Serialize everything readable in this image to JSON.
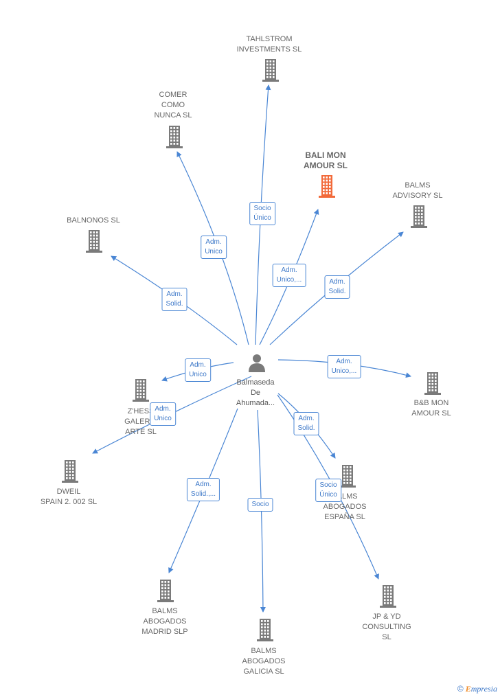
{
  "person": {
    "label": "Balmaseda\nDe\nAhumada..."
  },
  "colors": {
    "edge": "#4a86d4",
    "building": "#7a7a7a",
    "highlight": "#f26a3a"
  },
  "companies": [
    {
      "id": "tahlstrom",
      "label": "TAHLSTROM\nINVESTMENTS SL",
      "highlight": false
    },
    {
      "id": "comer",
      "label": "COMER\nCOMO\nNUNCA SL",
      "highlight": false
    },
    {
      "id": "balimon",
      "label": "BALI MON\nAMOUR  SL",
      "highlight": true
    },
    {
      "id": "balmsadvisory",
      "label": "BALMS\nADVISORY  SL",
      "highlight": false
    },
    {
      "id": "balnonos",
      "label": "BALNONOS SL",
      "highlight": false
    },
    {
      "id": "bbmon",
      "label": "B&B MON\nAMOUR  SL",
      "highlight": false
    },
    {
      "id": "zhess",
      "label": "Z'HESS\nGALERIA\nARTE SL",
      "highlight": false
    },
    {
      "id": "dweil",
      "label": "DWEIL\nSPAIN 2. 002 SL",
      "highlight": false
    },
    {
      "id": "balmsespana",
      "label": "BALMS\nABOGADOS\nESPAÑA  SL",
      "highlight": false
    },
    {
      "id": "balmsmadrid",
      "label": "BALMS\nABOGADOS\nMADRID SLP",
      "highlight": false
    },
    {
      "id": "balmsgalicia",
      "label": "BALMS\nABOGADOS\nGALICIA  SL",
      "highlight": false
    },
    {
      "id": "jpyd",
      "label": "JP & YD\nCONSULTING\nSL",
      "highlight": false
    }
  ],
  "edges": [
    {
      "to": "tahlstrom",
      "label": "Socio\nÚnico"
    },
    {
      "to": "comer",
      "label": "Adm.\nUnico"
    },
    {
      "to": "balimon",
      "label": "Adm.\nUnico,..."
    },
    {
      "to": "balmsadvisory",
      "label": "Adm.\nSolid."
    },
    {
      "to": "balnonos",
      "label": "Adm.\nSolid."
    },
    {
      "to": "bbmon",
      "label": "Adm.\nUnico,..."
    },
    {
      "to": "zhess",
      "label": "Adm.\nUnico"
    },
    {
      "to": "dweil",
      "label": "Adm.\nUnico"
    },
    {
      "to": "balmsespana",
      "label": "Adm.\nSolid."
    },
    {
      "to": "balmsmadrid",
      "label": "Adm.\nSolid.,..."
    },
    {
      "to": "balmsgalicia",
      "label": "Socio"
    },
    {
      "to": "jpyd",
      "label": "Socio\nÚnico"
    }
  ],
  "copyright": {
    "symbol": "©",
    "brand_first": "E",
    "brand_rest": "mpresia"
  }
}
